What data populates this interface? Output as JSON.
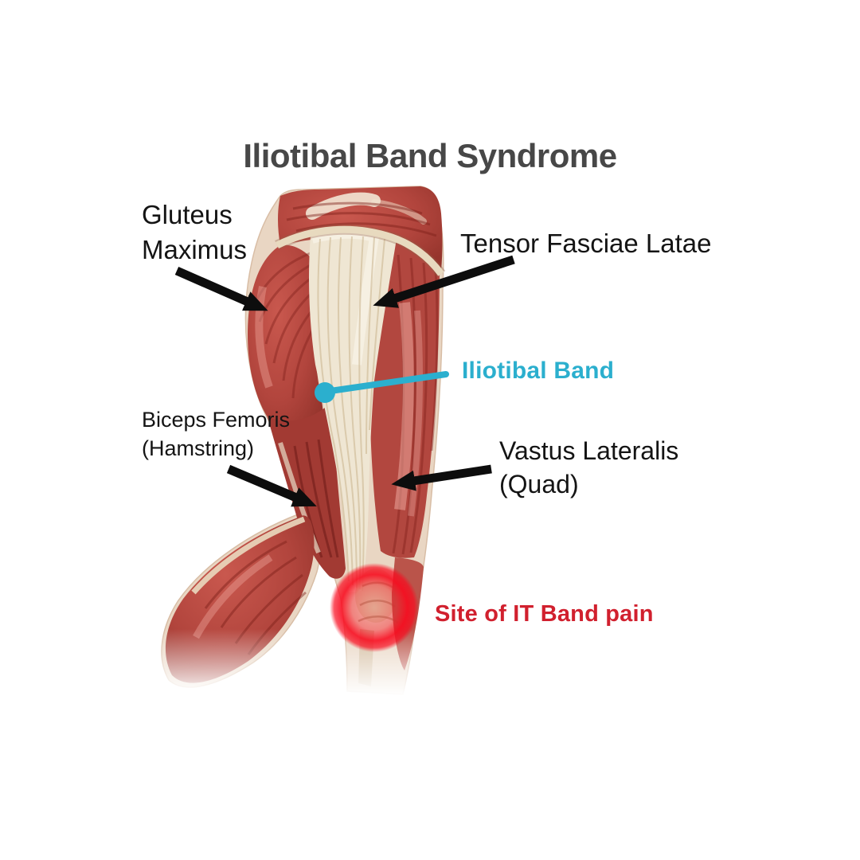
{
  "title": "Iliotibal Band Syndrome",
  "colors": {
    "accent_cyan": "#2bafce",
    "alert_red": "#d1202e",
    "title_gray": "#474747",
    "label_black": "#141414"
  },
  "labels": {
    "gluteus_maximus": "Gluteus\nMaximus",
    "tensor_fasciae_latae": "Tensor Fasciae Latae",
    "iliotibal_band": "Iliotibal Band",
    "biceps_femoris": "Biceps Femoris\n(Hamstring)",
    "vastus_lateralis": "Vastus Lateralis\n(Quad)",
    "site_of_pain": "Site of IT Band pain"
  }
}
